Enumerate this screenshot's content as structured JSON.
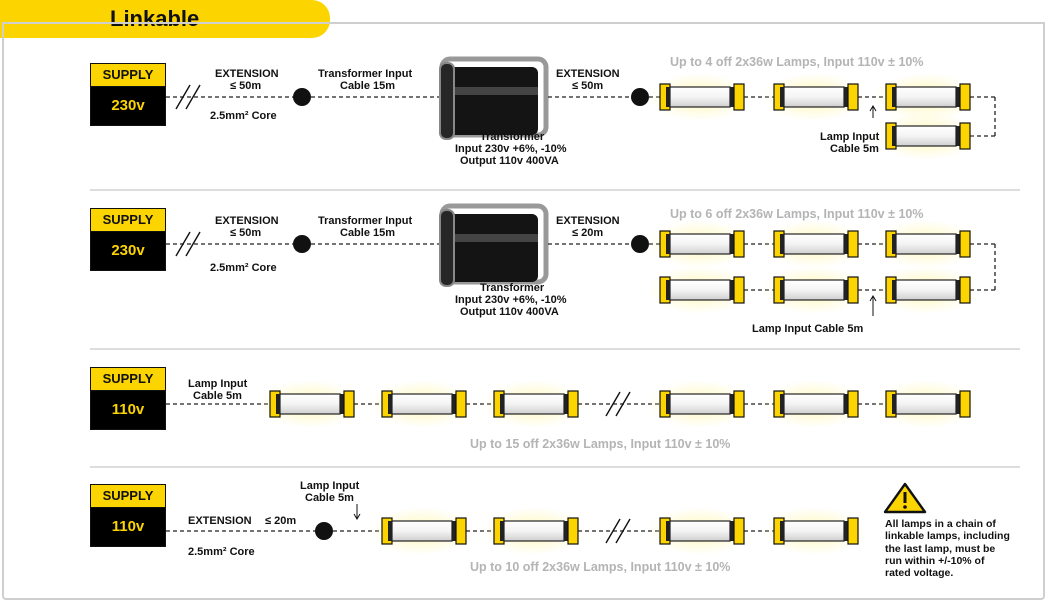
{
  "title": "Linkable",
  "colors": {
    "accent": "#fcd400",
    "text": "#111111",
    "muted": "#b4b4b4"
  },
  "rows": [
    {
      "supply_label": "SUPPLY",
      "voltage": "230v",
      "extension": "EXTENSION",
      "extension_length": "≤ 50m",
      "core": "2.5mm² Core",
      "transformer_cable_title": "Transformer Input",
      "transformer_cable_length": "Cable 15m",
      "transformer_label": "Transformer",
      "transformer_input": "Input 230v +6%, -10%",
      "transformer_output": "Output 110v 400VA",
      "extension2": "EXTENSION",
      "extension2_length": "≤ 50m",
      "lamps_note": "Up to 4 off 2x36w Lamps, Input 110v ± 10%",
      "lamp_cable_l1": "Lamp Input",
      "lamp_cable_l2": "Cable 5m"
    },
    {
      "supply_label": "SUPPLY",
      "voltage": "230v",
      "extension": "EXTENSION",
      "extension_length": "≤ 50m",
      "core": "2.5mm² Core",
      "transformer_cable_title": "Transformer Input",
      "transformer_cable_length": "Cable 15m",
      "transformer_label": "Transformer",
      "transformer_input": "Input 230v +6%, -10%",
      "transformer_output": "Output 110v 400VA",
      "extension2": "EXTENSION",
      "extension2_length": "≤ 20m",
      "lamps_note": "Up to 6 off 2x36w Lamps, Input 110v ± 10%",
      "lamp_cable": "Lamp Input Cable 5m"
    },
    {
      "supply_label": "SUPPLY",
      "voltage": "110v",
      "lamp_cable_l1": "Lamp Input",
      "lamp_cable_l2": "Cable 5m",
      "lamps_note": "Up to 15 off 2x36w Lamps, Input 110v ± 10%"
    },
    {
      "supply_label": "SUPPLY",
      "voltage": "110v",
      "extension": "EXTENSION",
      "extension_length": "≤ 20m",
      "core": "2.5mm² Core",
      "lamp_cable_l1": "Lamp Input",
      "lamp_cable_l2": "Cable 5m",
      "lamps_note": "Up to 10 off 2x36w Lamps, Input 110v ± 10%"
    }
  ],
  "warning": {
    "icon": "warning-triangle-icon",
    "lines": [
      "All lamps in a chain of",
      "linkable lamps, including",
      "the last lamp, must be",
      "run within +/-10% of",
      "rated voltage."
    ]
  }
}
